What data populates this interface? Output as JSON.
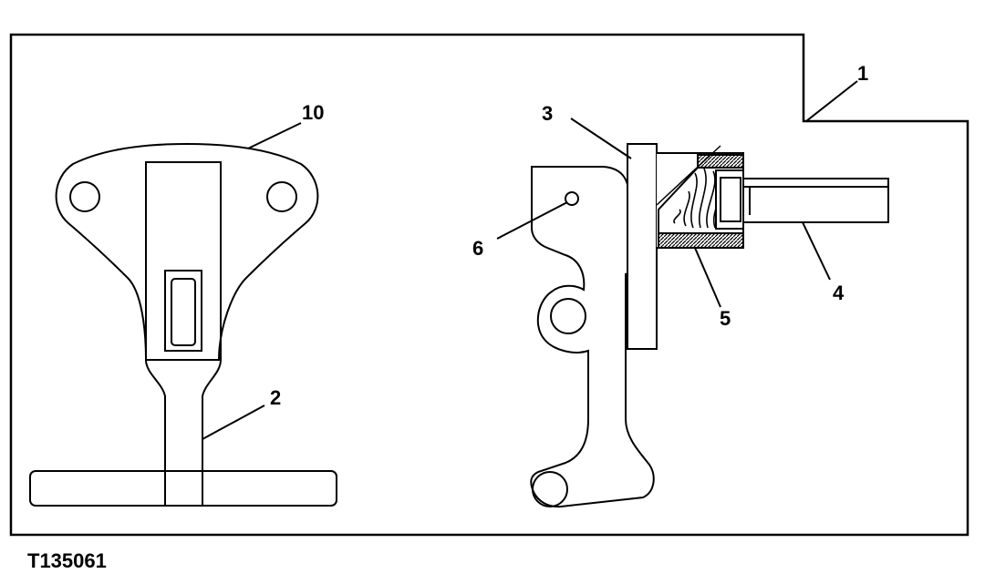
{
  "figure_id": "T135061",
  "callouts": {
    "c1": "1",
    "c2": "2",
    "c3": "3",
    "c4": "4",
    "c5": "5",
    "c6": "6",
    "c10": "10"
  }
}
